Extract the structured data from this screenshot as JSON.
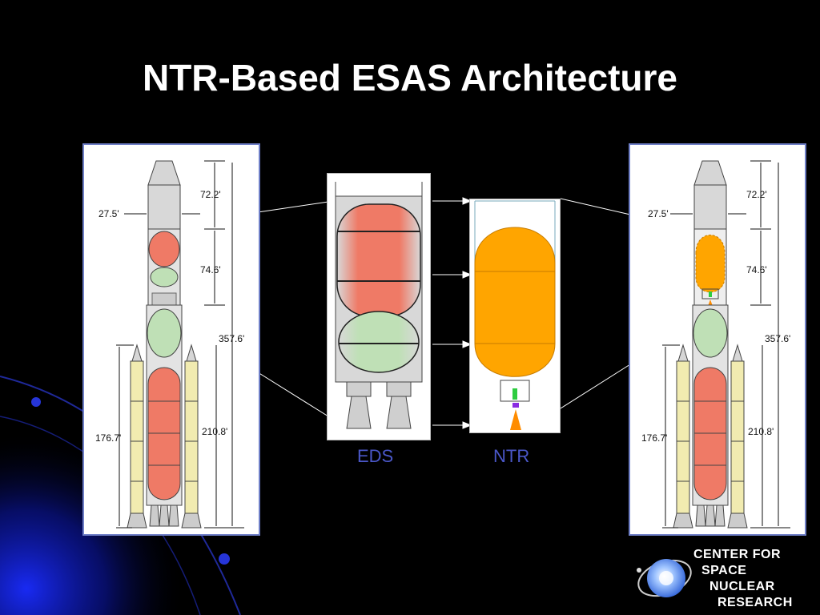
{
  "slide": {
    "title": "NTR-Based ESAS Architecture",
    "captions": {
      "eds": "EDS",
      "ntr": "NTR"
    }
  },
  "left_vehicle": {
    "dimensions": [
      "72.2'",
      "27.5'",
      "74.6'",
      "357.6'",
      "176.7'",
      "210.8'"
    ]
  },
  "right_vehicle": {
    "dimensions": [
      "72.2'",
      "27.5'",
      "74.6'",
      "357.6'",
      "176.7'",
      "210.8'"
    ]
  },
  "logo": {
    "line1": "CENTER FOR",
    "line2": "SPACE",
    "line3": "NUCLEAR",
    "line4": "RESEARCH"
  },
  "colors": {
    "lh2_tank": "#ef7a66",
    "lox_tank": "#bfe0b6",
    "ntr_tank": "#ffa500",
    "srb": "#f1ebb0",
    "frame": "#6f7fc7",
    "caption": "#4a57c8"
  }
}
